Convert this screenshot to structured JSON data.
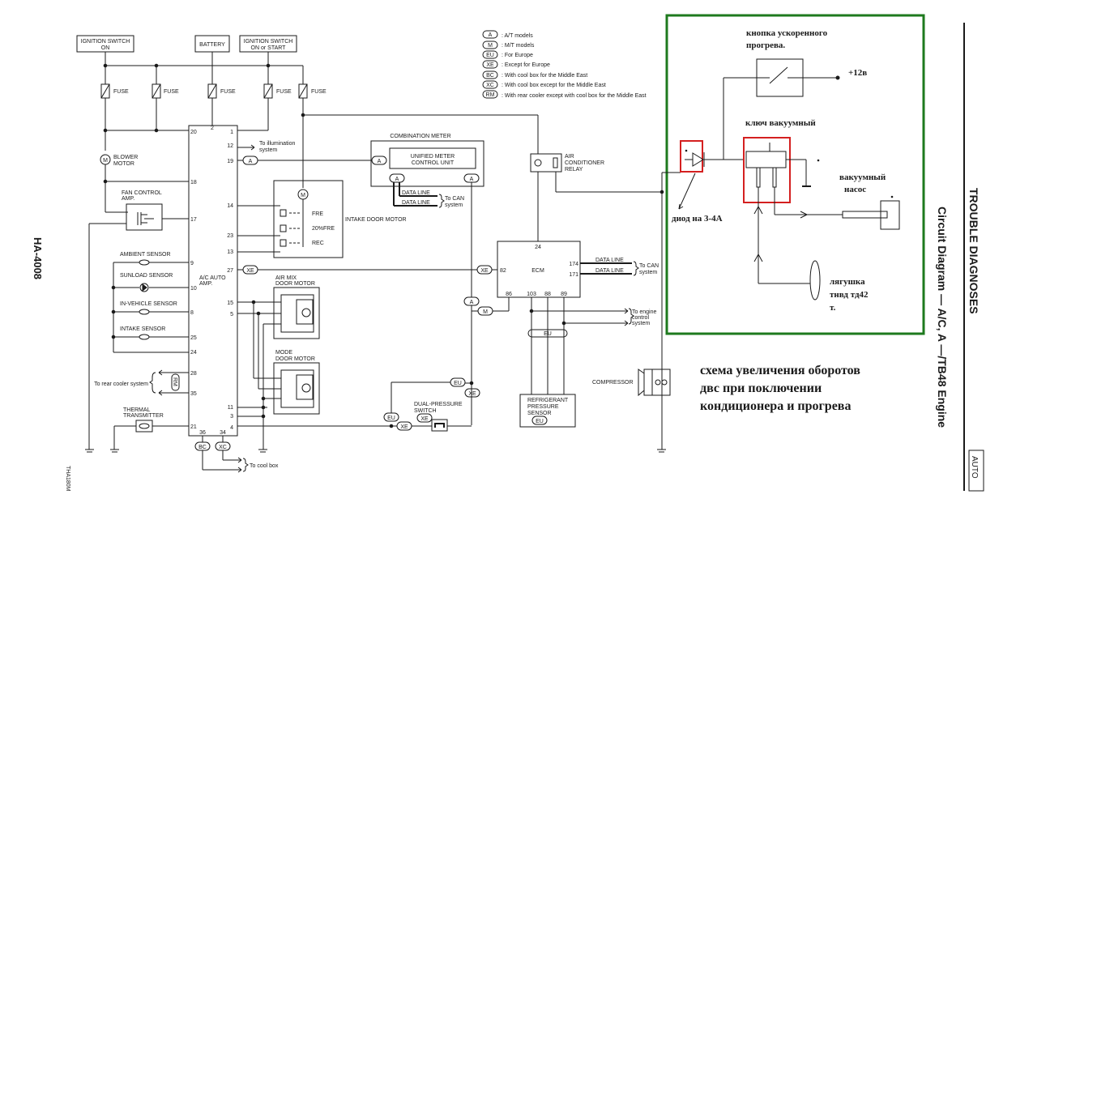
{
  "header": {
    "page_code": "HA-4008",
    "section_title": "TROUBLE DIAGNOSES",
    "diagram_title": "Circuit Diagram — A/C, A —/TB48 Engine",
    "tab_label": "AUTO",
    "figure_code": "THA180M"
  },
  "legend": [
    {
      "code": "A",
      "text": ": A/T models"
    },
    {
      "code": "M",
      "text": ": M/T models"
    },
    {
      "code": "EU",
      "text": ": For Europe"
    },
    {
      "code": "XE",
      "text": ": Except for Europe"
    },
    {
      "code": "BC",
      "text": ": With cool box for the Middle East"
    },
    {
      "code": "XC",
      "text": ": With cool box except for the Middle East"
    },
    {
      "code": "RM",
      "text": ": With rear cooler except with cool box for the Middle East"
    }
  ],
  "top_boxes": {
    "ign_on": [
      "IGNITION SWITCH",
      "ON"
    ],
    "battery": "BATTERY",
    "ign_start": [
      "IGNITION SWITCH",
      "ON or START"
    ]
  },
  "fuse_label": "FUSE",
  "left": {
    "blower_motor": [
      "BLOWER",
      "MOTOR"
    ],
    "fan_control": [
      "FAN CONTROL",
      "AMP."
    ],
    "ambient": "AMBIENT SENSOR",
    "sunload": "SUNLOAD SENSOR",
    "invehicle": "IN-VEHICLE SENSOR",
    "intake": "INTAKE SENSOR",
    "rear_cooler": "To rear cooler system",
    "thermal": [
      "THERMAL",
      "TRANSMITTER"
    ],
    "cool_box": "To cool box",
    "motor_glyph": "M",
    "rm_code": "RM"
  },
  "amp": {
    "label": [
      "A/C AUTO",
      "AMP."
    ],
    "pins_right": [
      "1",
      "12",
      "19",
      "14",
      "23",
      "13",
      "27",
      "15",
      "5",
      "11",
      "3",
      "4"
    ],
    "pins_left": [
      "20",
      "18",
      "17",
      "9",
      "10",
      "8",
      "25",
      "24",
      "28",
      "35",
      "21"
    ],
    "pins_top": [
      "2"
    ],
    "pins_bottom": [
      "36",
      "34"
    ],
    "bottom_codes": [
      "BC",
      "XC"
    ]
  },
  "center": {
    "illumination": [
      "To illumination",
      "system"
    ],
    "intake_door_motor": "INTAKE DOOR MOTOR",
    "fre": "FRE",
    "fre20": "20%FRE",
    "rec": "REC",
    "air_mix": [
      "AIR MIX",
      "DOOR MOTOR"
    ],
    "mode": [
      "MODE",
      "DOOR MOTOR"
    ],
    "combination_meter": "COMBINATION METER",
    "unified": [
      "UNIFIED METER",
      "CONTROL UNIT"
    ],
    "data_line": "DATA LINE",
    "to_can": [
      "To CAN",
      "system"
    ],
    "dual_pressure": [
      "DUAL-PRESSURE",
      "SWITCH"
    ],
    "codes": {
      "a": "A",
      "xe": "XE",
      "eu": "EU",
      "m": "M"
    }
  },
  "right_section": {
    "ac_relay": [
      "AIR",
      "CONDITIONER",
      "RELAY"
    ],
    "ecm": "ECM",
    "ecm_pins": [
      "24",
      "82",
      "86",
      "103",
      "88",
      "89",
      "174",
      "171"
    ],
    "to_engine": [
      "To engine",
      "control",
      "system"
    ],
    "refrigerant": [
      "REFRIGERANT",
      "PRESSURE",
      "SENSOR"
    ],
    "compressor": "COMPRESSOR"
  },
  "modification": {
    "button_label": [
      "кнопка ускоренного",
      "прогрева."
    ],
    "plus12": "+12в",
    "vacuum_key": "ключ вакуумный",
    "vacuum_pump": [
      "вакуумный",
      "насос"
    ],
    "diode": "диод на 3-4А",
    "frog": [
      "лягушка",
      "тнвд тд42",
      "т."
    ],
    "caption": [
      "схема увеличения оборотов",
      "двс при поключении",
      "кондиционера и прогрева"
    ],
    "frame_color": "#1e7a1e",
    "highlight_color": "#d42020"
  }
}
